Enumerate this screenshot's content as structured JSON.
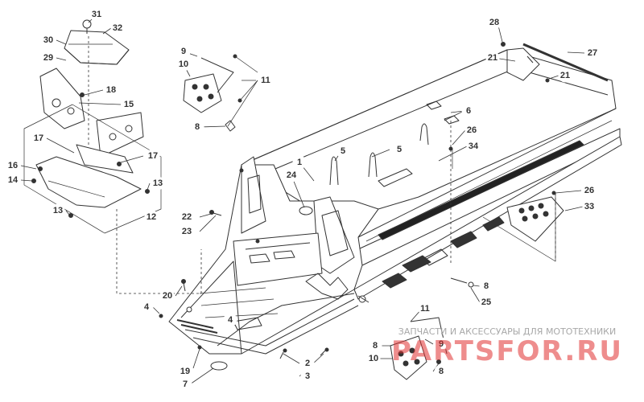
{
  "callouts": [
    {
      "id": "c31",
      "label": "31"
    },
    {
      "id": "c32",
      "label": "32"
    },
    {
      "id": "c30",
      "label": "30"
    },
    {
      "id": "c29",
      "label": "29"
    },
    {
      "id": "c18",
      "label": "18"
    },
    {
      "id": "c15",
      "label": "15"
    },
    {
      "id": "c17a",
      "label": "17"
    },
    {
      "id": "c17b",
      "label": "17"
    },
    {
      "id": "c16",
      "label": "16"
    },
    {
      "id": "c14",
      "label": "14"
    },
    {
      "id": "c13a",
      "label": "13"
    },
    {
      "id": "c13b",
      "label": "13"
    },
    {
      "id": "c12",
      "label": "12"
    },
    {
      "id": "c9a",
      "label": "9"
    },
    {
      "id": "c10a",
      "label": "10"
    },
    {
      "id": "c11a",
      "label": "11"
    },
    {
      "id": "c8a",
      "label": "8"
    },
    {
      "id": "c1",
      "label": "1"
    },
    {
      "id": "c24",
      "label": "24"
    },
    {
      "id": "c5a",
      "label": "5"
    },
    {
      "id": "c5b",
      "label": "5"
    },
    {
      "id": "c22",
      "label": "22"
    },
    {
      "id": "c23",
      "label": "23"
    },
    {
      "id": "c20",
      "label": "20"
    },
    {
      "id": "c4a",
      "label": "4"
    },
    {
      "id": "c4b",
      "label": "4"
    },
    {
      "id": "c19",
      "label": "19"
    },
    {
      "id": "c7",
      "label": "7"
    },
    {
      "id": "c2",
      "label": "2"
    },
    {
      "id": "c3",
      "label": "3"
    },
    {
      "id": "c28",
      "label": "28"
    },
    {
      "id": "c21a",
      "label": "21"
    },
    {
      "id": "c21b",
      "label": "21"
    },
    {
      "id": "c27",
      "label": "27"
    },
    {
      "id": "c6",
      "label": "6"
    },
    {
      "id": "c26a",
      "label": "26"
    },
    {
      "id": "c34",
      "label": "34"
    },
    {
      "id": "c26b",
      "label": "26"
    },
    {
      "id": "c33",
      "label": "33"
    },
    {
      "id": "c8b",
      "label": "8"
    },
    {
      "id": "c25",
      "label": "25"
    },
    {
      "id": "c11b",
      "label": "11"
    },
    {
      "id": "c8c",
      "label": "8"
    },
    {
      "id": "c9b",
      "label": "9"
    },
    {
      "id": "c10b",
      "label": "10"
    },
    {
      "id": "c8d",
      "label": "8"
    }
  ],
  "watermark": {
    "top_text": "ЗАПЧАСТИ И АКСЕССУАРЫ ДЛЯ МОТОТЕХНИКИ",
    "logo_text": "PARTSFOR.RU"
  },
  "colors": {
    "line": "#333333",
    "watermark_red": "#e03030",
    "watermark_grey": "#a8a8a8"
  }
}
